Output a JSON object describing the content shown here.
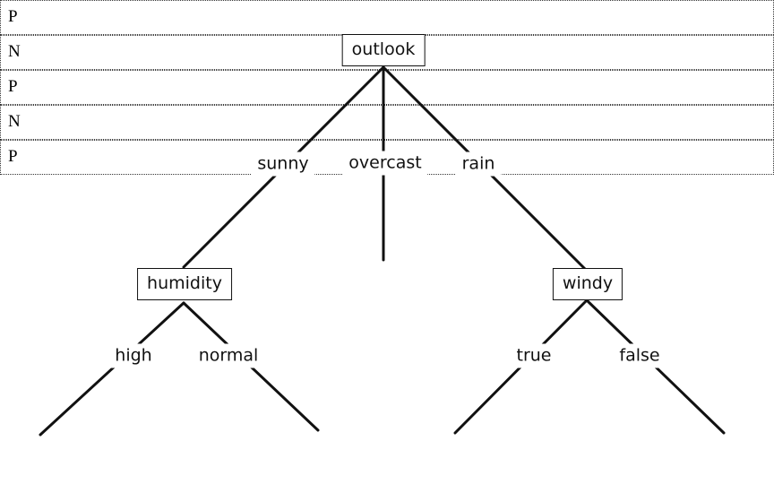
{
  "nodes": {
    "outlook": "outlook",
    "humidity": "humidity",
    "windy": "windy"
  },
  "leaves": {
    "overcast_leaf": "P",
    "high_leaf": "N",
    "normal_leaf": "P",
    "true_leaf": "N",
    "false_leaf": "P"
  },
  "edges": {
    "sunny": "sunny",
    "overcast": "overcast",
    "rain": "rain",
    "high": "high",
    "normal": "normal",
    "true": "true",
    "false": "false"
  }
}
